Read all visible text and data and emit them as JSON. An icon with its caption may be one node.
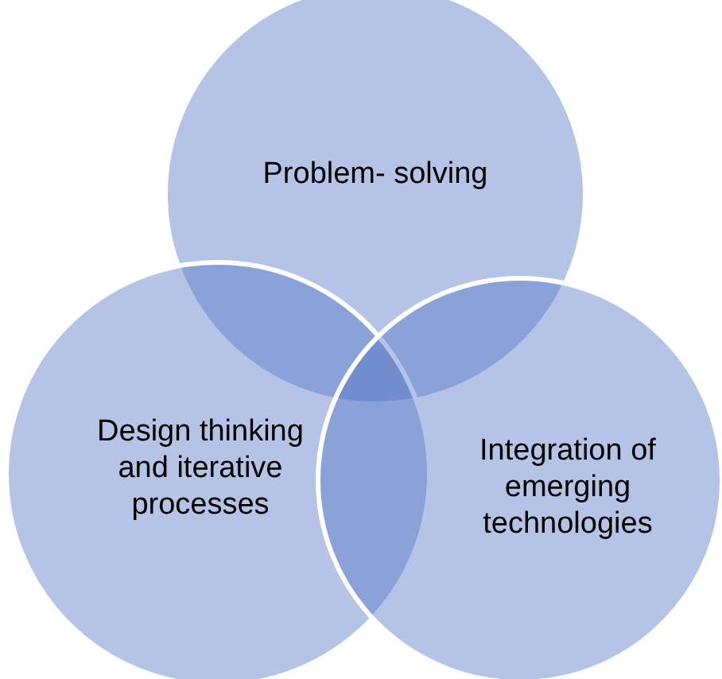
{
  "diagram": {
    "nodes": [
      {
        "text": [
          "Problem- solving"
        ]
      },
      {
        "text": [
          "Design thinking and iterative processes"
        ]
      },
      {
        "text": [
          "Integration of emerging technologies"
        ]
      }
    ]
  }
}
